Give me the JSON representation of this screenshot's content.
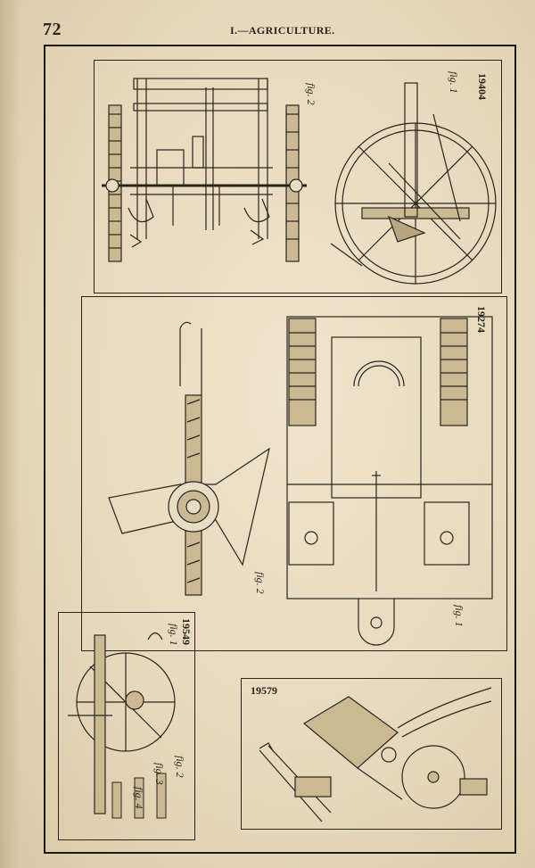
{
  "header": {
    "page_number": "72",
    "running_head": "I.—AGRICULTURE."
  },
  "patents": [
    {
      "number": "19404",
      "figures": [
        "fig. 1",
        "fig. 2"
      ]
    },
    {
      "number": "19274",
      "figures": [
        "fig. 1",
        "fig. 2"
      ]
    },
    {
      "number": "19549",
      "figures": [
        "fig. 1",
        "fig. 2",
        "fig. 3",
        "fig. 4"
      ]
    },
    {
      "number": "19579",
      "figures": []
    }
  ],
  "colors": {
    "paper": "#e8dcc2",
    "ink": "#1e1a14"
  }
}
